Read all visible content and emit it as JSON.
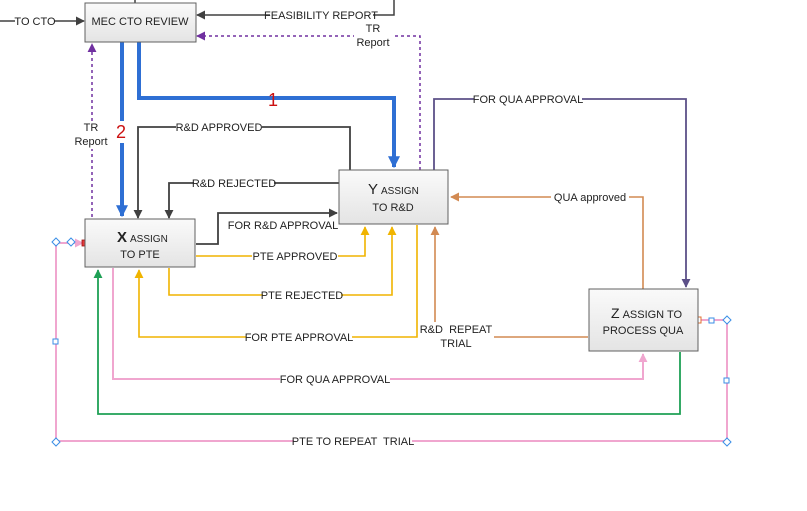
{
  "colors": {
    "dark": "#404040",
    "purple": "#7030a0",
    "blue": "#2e6fd4",
    "orange": "#f0b400",
    "brown": "#d28a52",
    "slate": "#5c5088",
    "green": "#1fa055",
    "pink": "#f0a6cf",
    "red_number": "#cc1111",
    "node_fill_top": "#fafafa",
    "node_fill_bottom": "#e6e6e6"
  },
  "nodes": {
    "mec": {
      "title": "MEC CTO REVIEW"
    },
    "x": {
      "letter": "X",
      "line1": "ASSIGN",
      "line2": "TO PTE"
    },
    "y": {
      "letter": "Y",
      "line1": "ASSIGN",
      "line2": "TO R&D"
    },
    "z": {
      "letter": "Z",
      "line1": "ASSIGN TO",
      "line2": "PROCESS QUA"
    }
  },
  "labels": {
    "to_cto": "TO CTO",
    "feasibility_report": "FEASIBILITY REPORT",
    "tr_report_right_1": "TR",
    "tr_report_right_2": "Report",
    "tr_report_left_1": "TR",
    "tr_report_left_2": "Report",
    "rd_approved": "R&D APPROVED",
    "rd_rejected": "R&D REJECTED",
    "for_rd_approval": "FOR R&D APPROVAL",
    "for_qua_approval_top": "FOR QUA APPROVAL",
    "qua_approved": "QUA approved",
    "pte_approved": "PTE APPROVED",
    "pte_rejected": "PTE REJECTED",
    "for_pte_approval": "FOR PTE APPROVAL",
    "rd_repeat_1": "R&D  REPEAT",
    "rd_repeat_2": "TRIAL",
    "for_qua_approval_bottom": "FOR QUA APPROVAL",
    "pte_repeat_trial": "PTE TO REPEAT  TRIAL",
    "step_1": "1",
    "step_2": "2"
  }
}
